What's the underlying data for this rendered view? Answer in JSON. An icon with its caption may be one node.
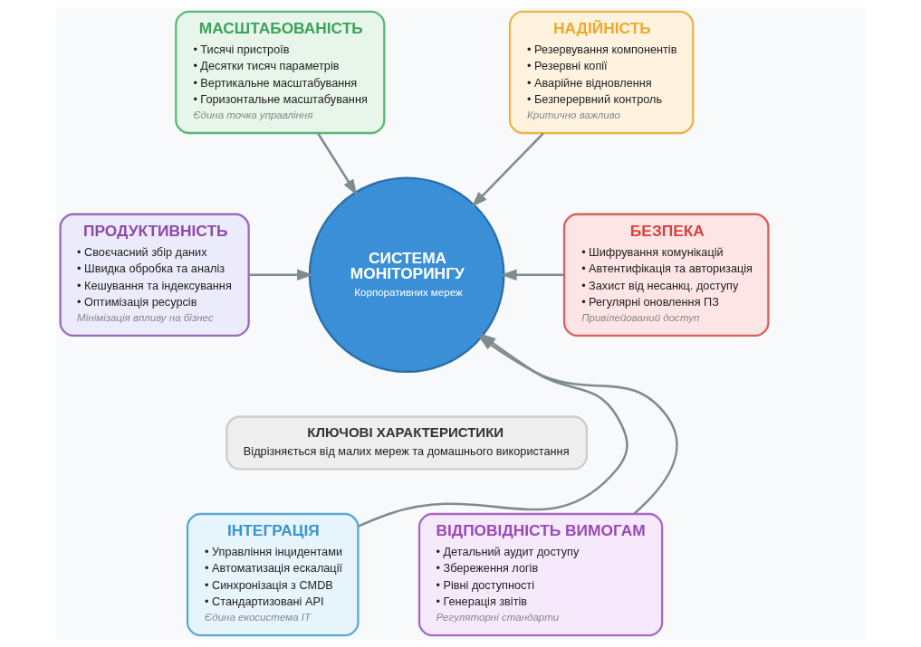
{
  "diagram": {
    "nodes": [
      {
        "text": [
          "МАСШТАБОВАНІСТЬ",
          "• Тисячі пристроїв",
          "• Десятки тисяч параметрів",
          "• Вертикальне масштабування",
          "• Горизонтальне масштабування",
          "Єдина точка управління"
        ]
      },
      {
        "text": [
          "НАДІЙНІСТЬ",
          "• Резервування компонентів",
          "• Резервні копії",
          "• Аварійне відновлення",
          "• Безперервний контроль",
          "Критично важливо"
        ]
      },
      {
        "text": [
          "ПРОДУКТИВНІСТЬ",
          "• Своєчасний збір даних",
          "• Швидка обробка та аналіз",
          "• Кешування та індексування",
          "• Оптимізація ресурсів",
          "Мінімізація впливу на бізнес"
        ]
      },
      {
        "text": [
          "СИСТЕМА МОНІТОРИНГУ",
          "Корпоративних мереж"
        ]
      },
      {
        "text": [
          "БЕЗПЕКА",
          "• Шифрування комунікацій",
          "• Автентифікація та авторизація",
          "• Захист від несанкц. доступу",
          "• Регулярні оновлення ПЗ",
          "Привілейований доступ"
        ]
      },
      {
        "text": [
          "КЛЮЧОВІ ХАРАКТЕРИСТИКИ",
          "Відрізняється від малих мереж та домашнього використання"
        ]
      },
      {
        "text": [
          "ІНТЕГРАЦІЯ",
          "• Управління інцидентами",
          "• Автоматизація ескалації",
          "• Синхронізація з CMDB",
          "• Стандартизовані API",
          "Єдина екосистема IT"
        ]
      },
      {
        "text": [
          "ВІДПОВІДНІСТЬ ВИМОГАМ",
          "• Детальний аудит доступу",
          "• Збереження логів",
          "• Рівні доступності",
          "• Генерація звітів",
          "Регуляторні стандарти"
        ]
      }
    ],
    "edges": [
      {
        "from": 0,
        "to": 3,
        "arrow": "to"
      },
      {
        "from": 1,
        "to": 3,
        "arrow": "to"
      },
      {
        "from": 2,
        "to": 3,
        "arrow": "to"
      },
      {
        "from": 4,
        "to": 3,
        "arrow": "to"
      },
      {
        "from": 6,
        "to": 3,
        "arrow": "to"
      },
      {
        "from": 7,
        "to": 3,
        "arrow": "to"
      }
    ]
  }
}
